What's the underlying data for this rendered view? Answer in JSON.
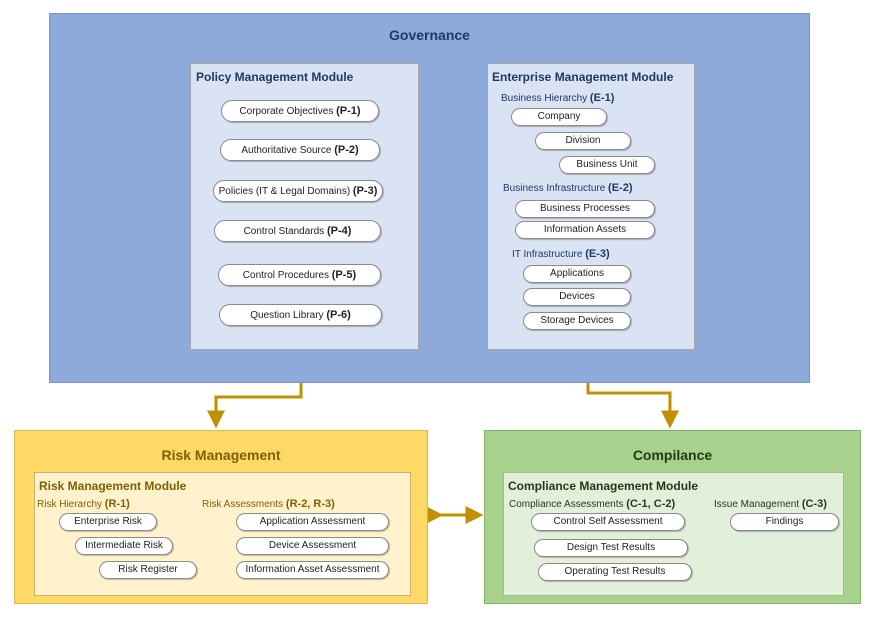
{
  "colors": {
    "governance_bg": "#8eaadb",
    "governance_border": "#7a92c4",
    "governance_title": "#1f3864",
    "module_bg": "#dae3f3",
    "risk_bg": "#ffd966",
    "risk_border": "#d6b656",
    "risk_module_bg": "#fff2cc",
    "risk_title": "#7f6000",
    "compliance_bg": "#a9d18e",
    "compliance_border": "#82b366",
    "compliance_module_bg": "#e2efda",
    "compliance_title": "#1f3b13",
    "arrow": "#bf9000"
  },
  "governance": {
    "title": "Governance",
    "policy": {
      "title": "Policy Management Module",
      "items": [
        {
          "text": "Corporate Objectives ",
          "code": "(P-1)"
        },
        {
          "text": "Authoritative Source ",
          "code": "(P-2)"
        },
        {
          "text": "Policies (IT & Legal Domains) ",
          "code": "(P-3)"
        },
        {
          "text": "Control Standards ",
          "code": "(P-4)"
        },
        {
          "text": "Control Procedures ",
          "code": "(P-5)"
        },
        {
          "text": "Question Library ",
          "code": "(P-6)"
        }
      ]
    },
    "enterprise": {
      "title": "Enterprise Management Module",
      "groups": [
        {
          "label": "Business Hierarchy ",
          "code": "(E-1)",
          "items": [
            "Company",
            "Division",
            "Business Unit"
          ]
        },
        {
          "label": "Business Infrastructure ",
          "code": "(E-2)",
          "items": [
            "Business Processes",
            "Information Assets"
          ]
        },
        {
          "label": "IT Infrastructure ",
          "code": "(E-3)",
          "items": [
            "Applications",
            "Devices",
            "Storage Devices"
          ]
        }
      ]
    }
  },
  "risk": {
    "title": "Risk Management",
    "module": {
      "title": "Risk Management Module",
      "hierarchy": {
        "label": "Risk Hierarchy ",
        "code": "(R-1)",
        "items": [
          "Enterprise Risk",
          "Intermediate Risk",
          "Risk Register"
        ]
      },
      "assessments": {
        "label": "Risk Assessments ",
        "code": "(R-2, R-3)",
        "items": [
          "Application Assessment",
          "Device Assessment",
          "Information Asset  Assessment"
        ]
      }
    }
  },
  "compliance": {
    "title": "Compilance",
    "module": {
      "title": "Compliance Management Module",
      "assessments": {
        "label": "Compliance Assessments  ",
        "code": "(C-1, C-2)",
        "items": [
          "Control Self Assessment",
          "Design Test Results",
          "Operating Test Results"
        ]
      },
      "issues": {
        "label": "Issue Management ",
        "code": "(C-3)",
        "items": [
          "Findings"
        ]
      }
    }
  }
}
